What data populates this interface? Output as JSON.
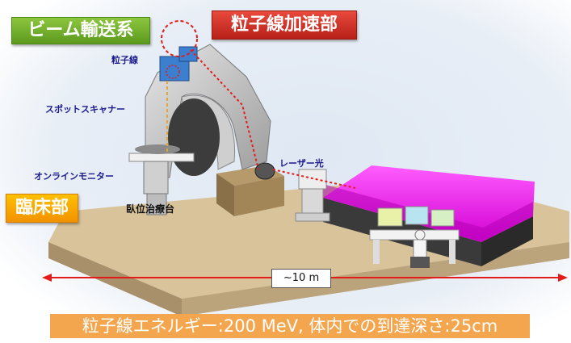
{
  "tags": {
    "beam_transport": "ビーム輸送系",
    "accelerator": "粒子線加速部",
    "clinical": "臨床部"
  },
  "labels": {
    "particle_beam": "粒子線",
    "spot_scanner": "スポットスキャナー",
    "online_monitor": "オンラインモニター",
    "treatment_couch": "臥位治療台",
    "laser_light": "レーザー光"
  },
  "distance": "~10 m",
  "caption": "粒子線エネルギー:200 MeV, 体内での到達深さ:25cm",
  "colors": {
    "accelerator_box": "#e600e6",
    "beam": "#e31b1b",
    "floor": "#d8c39a"
  }
}
